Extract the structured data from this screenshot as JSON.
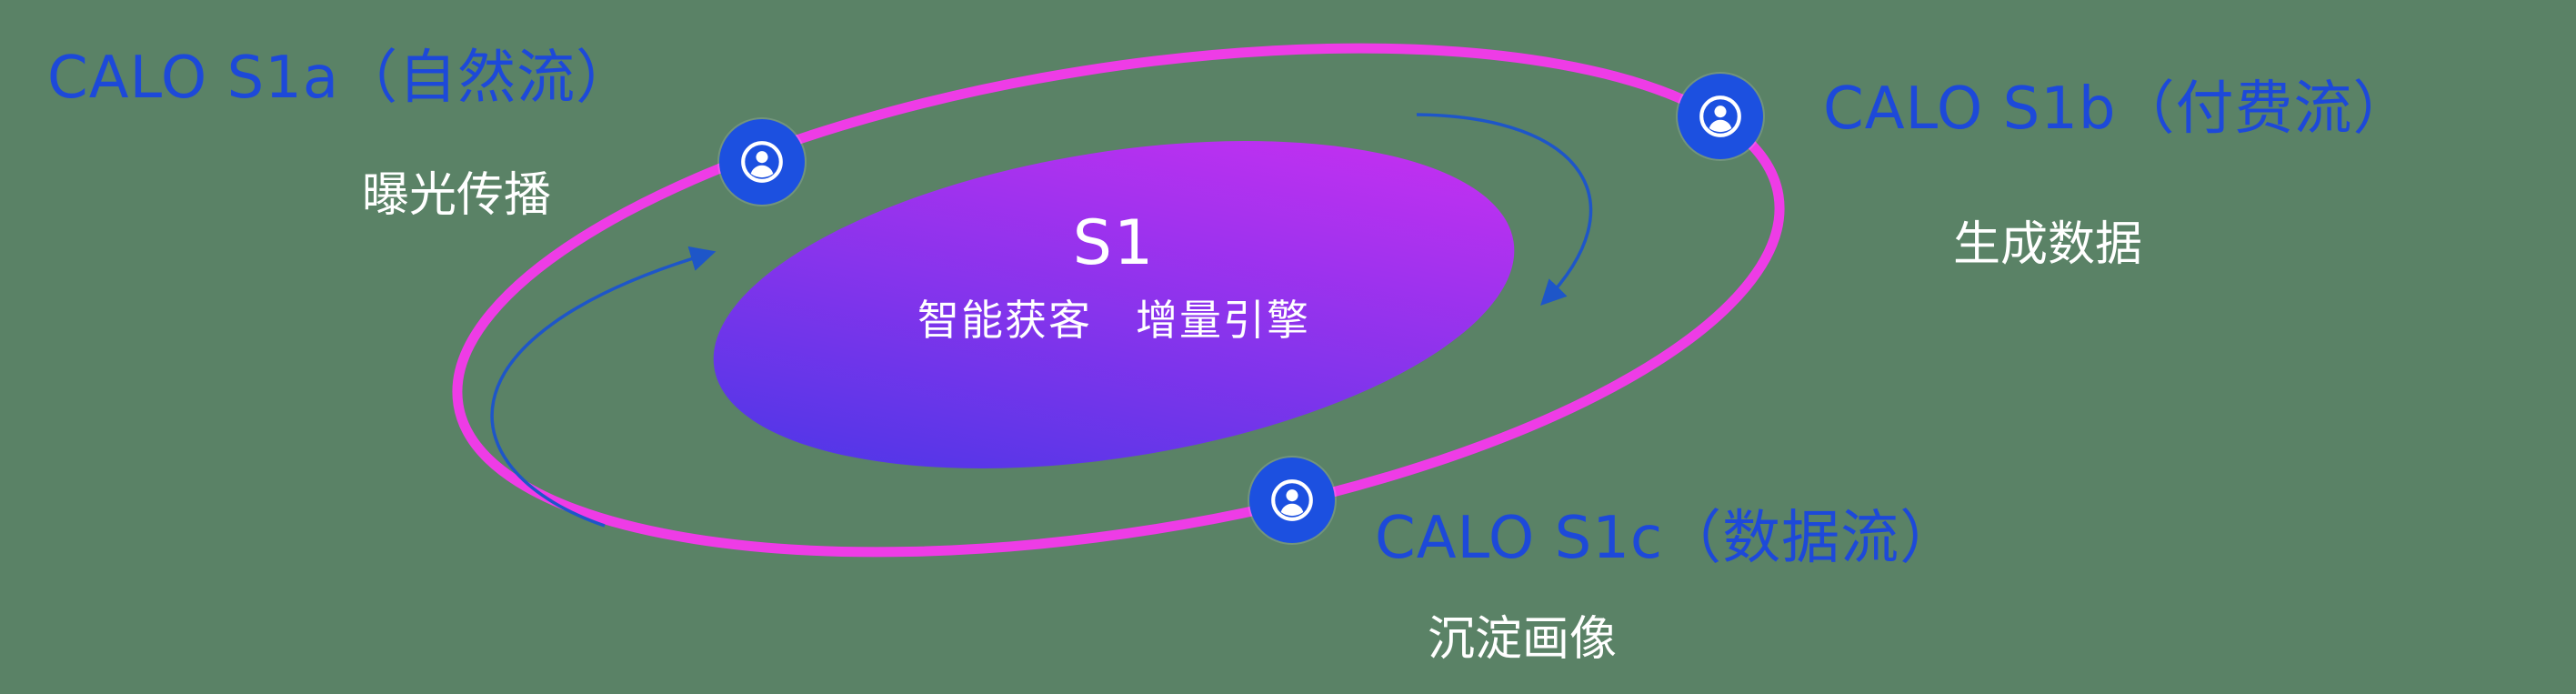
{
  "background_color": "#5a8266",
  "colors": {
    "orbit_ring": "#ee3ce6",
    "node_fill": "#1c50e0",
    "label_blue": "#1d49d9",
    "text_white": "#ffffff",
    "arrow_blue": "#1e56c8",
    "gradient_start": "#4038e6",
    "gradient_end": "#d42ff2"
  },
  "center": {
    "title": "S1",
    "subtitle": "智能获客　增量引擎"
  },
  "nodes": [
    {
      "label": "CALO S1a（自然流）",
      "sublabel": "曝光传播",
      "icon": "person-circle-icon"
    },
    {
      "label": "CALO S1b（付费流）",
      "sublabel": "生成数据",
      "icon": "person-circle-icon"
    },
    {
      "label": "CALO S1c（数据流）",
      "sublabel": "沉淀画像",
      "icon": "person-circle-icon"
    }
  ]
}
